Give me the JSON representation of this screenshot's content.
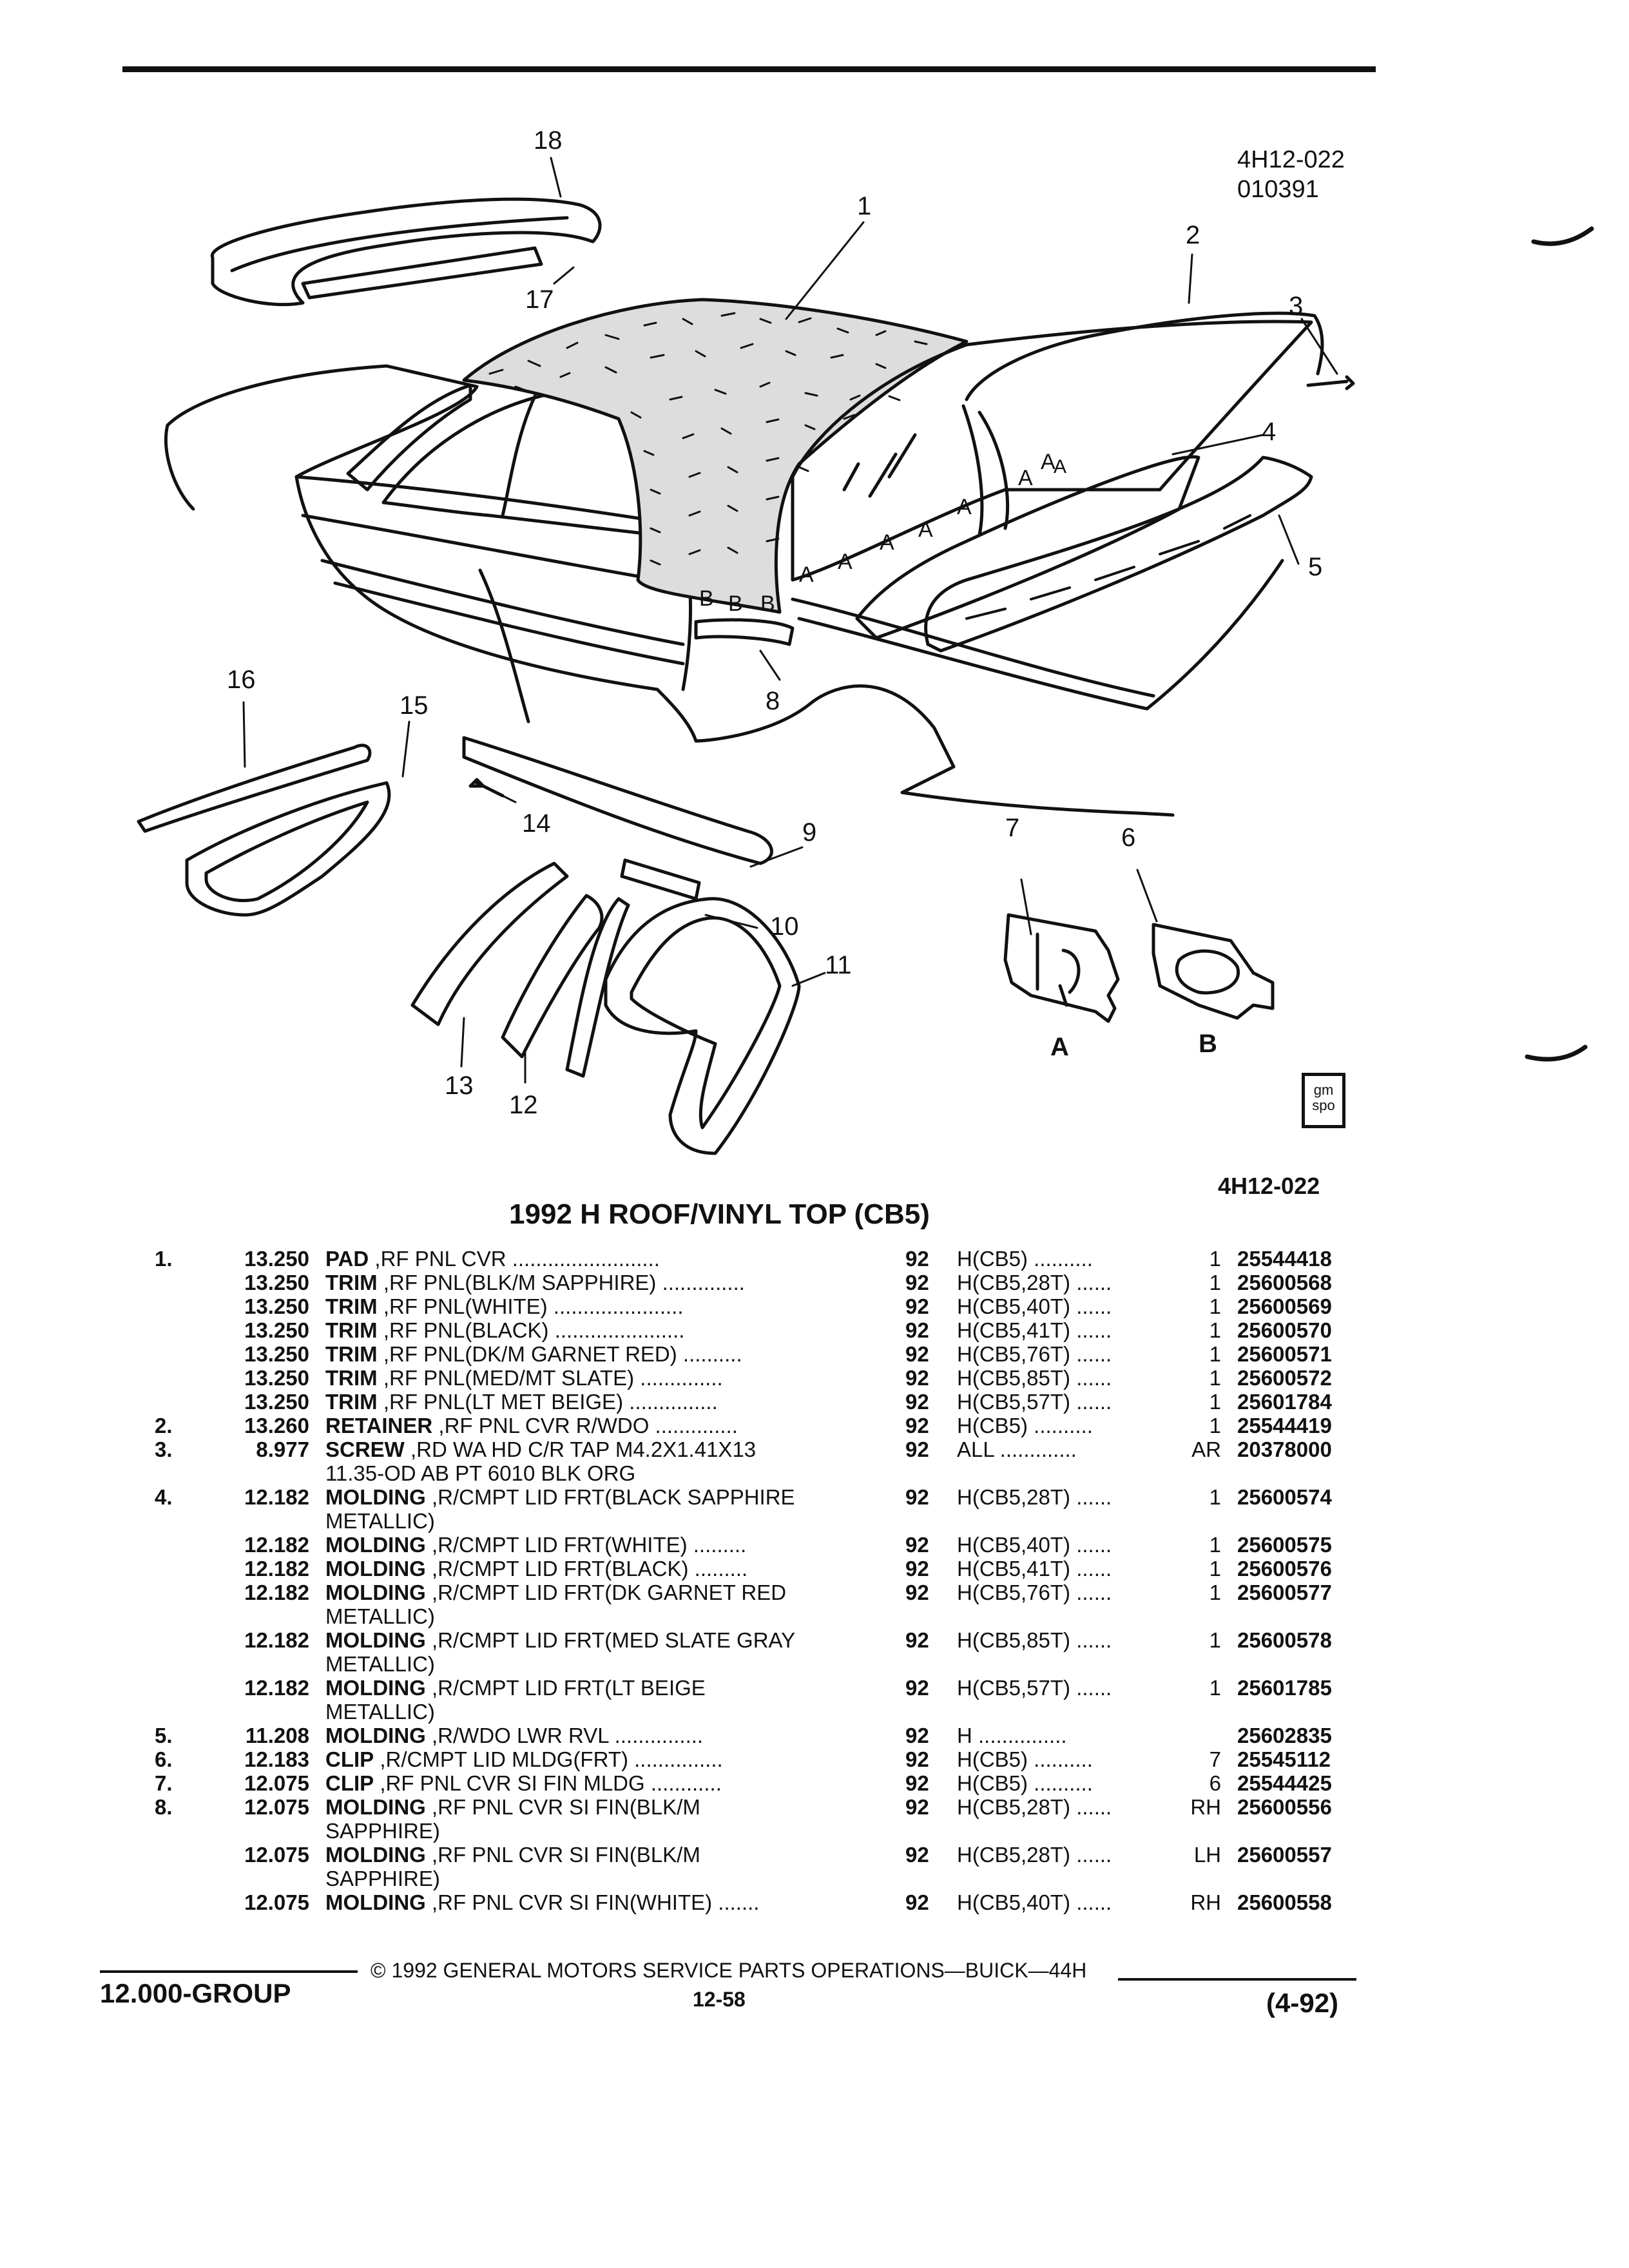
{
  "header": {
    "drawing_code": "4H12-022",
    "drawing_date": "010391"
  },
  "illustration": {
    "callouts": [
      "18",
      "17",
      "1",
      "2",
      "3",
      "4",
      "5",
      "16",
      "15",
      "14",
      "9",
      "10",
      "11",
      "13",
      "12",
      "8",
      "7",
      "6"
    ],
    "seal_labels": [
      "A",
      "A",
      "A",
      "A",
      "A",
      "A",
      "A",
      "A",
      "B",
      "B",
      "B"
    ],
    "clip_labels": [
      "A",
      "B"
    ],
    "spo_logo": [
      "gm",
      "spo"
    ]
  },
  "figure_ref": "4H12-022",
  "title": "1992 H ROOF/VINYL TOP (CB5)",
  "parts": [
    {
      "num": "1.",
      "group": "13.250",
      "name": "PAD",
      "desc": ",RF PNL CVR .........................",
      "year": "92",
      "series": "H(CB5) ..........",
      "qty": "1",
      "part": "25544418"
    },
    {
      "num": "",
      "group": "13.250",
      "name": "TRIM",
      "desc": ",RF PNL(BLK/M SAPPHIRE) ..............",
      "year": "92",
      "series": "H(CB5,28T) ......",
      "qty": "1",
      "part": "25600568"
    },
    {
      "num": "",
      "group": "13.250",
      "name": "TRIM",
      "desc": ",RF PNL(WHITE) ......................",
      "year": "92",
      "series": "H(CB5,40T) ......",
      "qty": "1",
      "part": "25600569"
    },
    {
      "num": "",
      "group": "13.250",
      "name": "TRIM",
      "desc": ",RF PNL(BLACK) ......................",
      "year": "92",
      "series": "H(CB5,41T) ......",
      "qty": "1",
      "part": "25600570"
    },
    {
      "num": "",
      "group": "13.250",
      "name": "TRIM",
      "desc": ",RF PNL(DK/M GARNET RED) ..........",
      "year": "92",
      "series": "H(CB5,76T) ......",
      "qty": "1",
      "part": "25600571"
    },
    {
      "num": "",
      "group": "13.250",
      "name": "TRIM",
      "desc": ",RF PNL(MED/MT SLATE) ..............",
      "year": "92",
      "series": "H(CB5,85T) ......",
      "qty": "1",
      "part": "25600572"
    },
    {
      "num": "",
      "group": "13.250",
      "name": "TRIM",
      "desc": ",RF PNL(LT MET BEIGE) ...............",
      "year": "92",
      "series": "H(CB5,57T) ......",
      "qty": "1",
      "part": "25601784"
    },
    {
      "num": "2.",
      "group": "13.260",
      "name": "RETAINER",
      "desc": ",RF PNL CVR R/WDO ..............",
      "year": "92",
      "series": "H(CB5) ..........",
      "qty": "1",
      "part": "25544419"
    },
    {
      "num": "3.",
      "group": "8.977",
      "name": "SCREW",
      "desc": ",RD WA HD C/R TAP M4.2X1.41X13",
      "desc2": "11.35-OD AB PT 6010 BLK ORG",
      "year": "92",
      "series": "ALL .............",
      "qty": "AR",
      "part": "20378000"
    },
    {
      "num": "4.",
      "group": "12.182",
      "name": "MOLDING",
      "desc": ",R/CMPT LID FRT(BLACK SAPPHIRE",
      "desc2": "METALLIC)",
      "year": "92",
      "series": "H(CB5,28T) ......",
      "qty": "1",
      "part": "25600574"
    },
    {
      "num": "",
      "group": "12.182",
      "name": "MOLDING",
      "desc": ",R/CMPT LID FRT(WHITE) .........",
      "year": "92",
      "series": "H(CB5,40T) ......",
      "qty": "1",
      "part": "25600575"
    },
    {
      "num": "",
      "group": "12.182",
      "name": "MOLDING",
      "desc": ",R/CMPT LID FRT(BLACK) .........",
      "year": "92",
      "series": "H(CB5,41T) ......",
      "qty": "1",
      "part": "25600576"
    },
    {
      "num": "",
      "group": "12.182",
      "name": "MOLDING",
      "desc": ",R/CMPT LID FRT(DK GARNET RED",
      "desc2": "METALLIC)",
      "year": "92",
      "series": "H(CB5,76T) ......",
      "qty": "1",
      "part": "25600577"
    },
    {
      "num": "",
      "group": "12.182",
      "name": "MOLDING",
      "desc": ",R/CMPT LID FRT(MED SLATE GRAY",
      "desc2": "METALLIC)",
      "year": "92",
      "series": "H(CB5,85T) ......",
      "qty": "1",
      "part": "25600578"
    },
    {
      "num": "",
      "group": "12.182",
      "name": "MOLDING",
      "desc": ",R/CMPT LID FRT(LT BEIGE",
      "desc2": "METALLIC)",
      "year": "92",
      "series": "H(CB5,57T) ......",
      "qty": "1",
      "part": "25601785"
    },
    {
      "num": "5.",
      "group": "11.208",
      "name": "MOLDING",
      "desc": ",R/WDO LWR RVL ...............",
      "year": "92",
      "series": "H ...............",
      "qty": "",
      "part": "25602835"
    },
    {
      "num": "6.",
      "group": "12.183",
      "name": "CLIP",
      "desc": ",R/CMPT LID MLDG(FRT) ...............",
      "year": "92",
      "series": "H(CB5) ..........",
      "qty": "7",
      "part": "25545112"
    },
    {
      "num": "7.",
      "group": "12.075",
      "name": "CLIP",
      "desc": ",RF PNL CVR SI FIN MLDG ............",
      "year": "92",
      "series": "H(CB5) ..........",
      "qty": "6",
      "part": "25544425"
    },
    {
      "num": "8.",
      "group": "12.075",
      "name": "MOLDING",
      "desc": ",RF PNL CVR SI FIN(BLK/M",
      "desc2": "SAPPHIRE)",
      "year": "92",
      "series": "H(CB5,28T) ......",
      "qty": "RH",
      "part": "25600556"
    },
    {
      "num": "",
      "group": "12.075",
      "name": "MOLDING",
      "desc": ",RF PNL CVR SI FIN(BLK/M",
      "desc2": "SAPPHIRE)",
      "year": "92",
      "series": "H(CB5,28T) ......",
      "qty": "LH",
      "part": "25600557"
    },
    {
      "num": "",
      "group": "12.075",
      "name": "MOLDING",
      "desc": ",RF PNL CVR SI FIN(WHITE) .......",
      "year": "92",
      "series": "H(CB5,40T) ......",
      "qty": "RH",
      "part": "25600558"
    }
  ],
  "footer": {
    "copyright": "© 1992 GENERAL MOTORS SERVICE PARTS OPERATIONS—BUICK—44H",
    "group": "12.000-GROUP",
    "page": "12-58",
    "date": "(4-92)"
  }
}
